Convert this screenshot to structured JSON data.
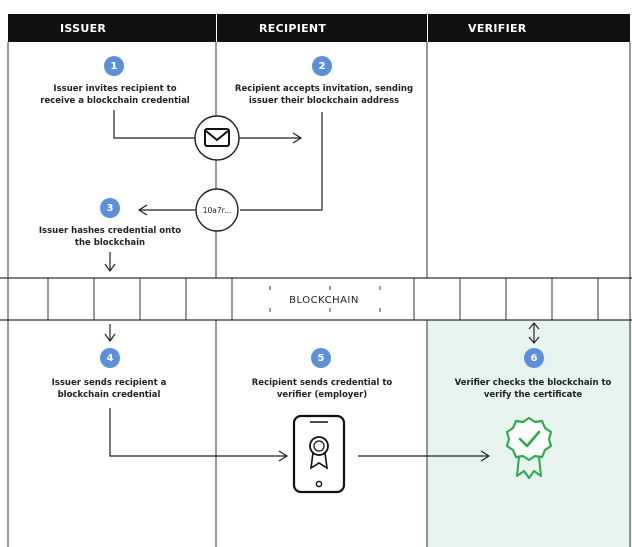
{
  "columns": {
    "issuer": "ISSUER",
    "recipient": "RECIPIENT",
    "verifier": "VERIFIER"
  },
  "steps": [
    {
      "number": "1",
      "text": "Issuer invites recipient to receive a blockchain credential"
    },
    {
      "number": "2",
      "text": "Recipient accepts invitation, sending issuer their blockchain address"
    },
    {
      "number": "3",
      "text": "Issuer hashes credential onto the blockchain"
    },
    {
      "number": "4",
      "text": "Issuer sends recipient a blockchain credential"
    },
    {
      "number": "5",
      "text": "Recipient sends credential to verifier (employer)"
    },
    {
      "number": "6",
      "text": "Verifier checks the blockchain to verify the certificate"
    }
  ],
  "address_label": "10a7r...",
  "blockchain_label": "BLOCKCHAIN",
  "colors": {
    "header_bg": "#111111",
    "badge": "#5b8fd6",
    "verifier_bg": "#e6f3ee",
    "check_green": "#2fa84f"
  },
  "icons": [
    "envelope-icon",
    "smartphone-certificate-icon",
    "verified-badge-icon",
    "double-arrow-icon"
  ]
}
